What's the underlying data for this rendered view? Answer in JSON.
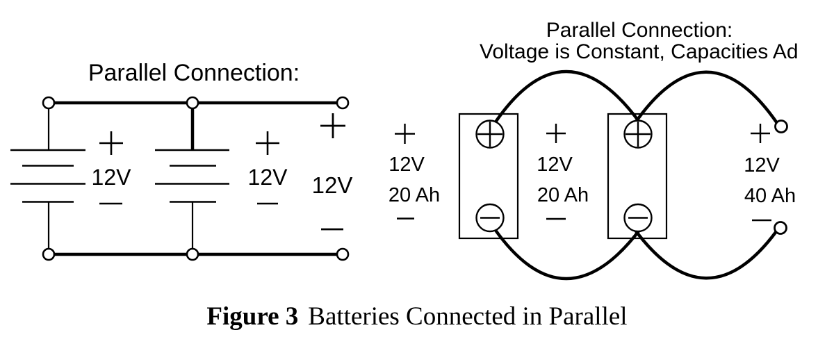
{
  "page": {
    "background": "#ffffff",
    "ink": "#000000"
  },
  "left_circuit": {
    "title": "Parallel Connection:",
    "battery1": {
      "polarity_top": "+",
      "voltage": "12V",
      "polarity_bottom": "−"
    },
    "battery2": {
      "polarity_top": "+",
      "voltage": "12V",
      "polarity_bottom": "−"
    },
    "output_terminals": {
      "polarity_top": "+",
      "voltage": "12V",
      "polarity_bottom": "−"
    }
  },
  "equivalent_battery": {
    "polarity_top": "+",
    "voltage": "12V",
    "capacity": "20 Ah",
    "polarity_bottom": "−"
  },
  "right_circuit": {
    "title_line1": "Parallel Connection:",
    "title_line2": "Voltage is Constant, Capacities Ad",
    "battery_box1": {
      "terminal_top": "+",
      "terminal_bottom": "−"
    },
    "battery_box2": {
      "terminal_top": "+",
      "terminal_bottom": "−"
    },
    "between_label": {
      "polarity_top": "+",
      "voltage": "12V",
      "capacity": "20 Ah",
      "polarity_bottom": "−"
    },
    "output_label": {
      "polarity_top": "+",
      "voltage": "12V",
      "capacity": "40 Ah",
      "polarity_bottom": "−"
    }
  },
  "caption": {
    "label": "Figure 3",
    "text": "Batteries Connected in Parallel"
  }
}
